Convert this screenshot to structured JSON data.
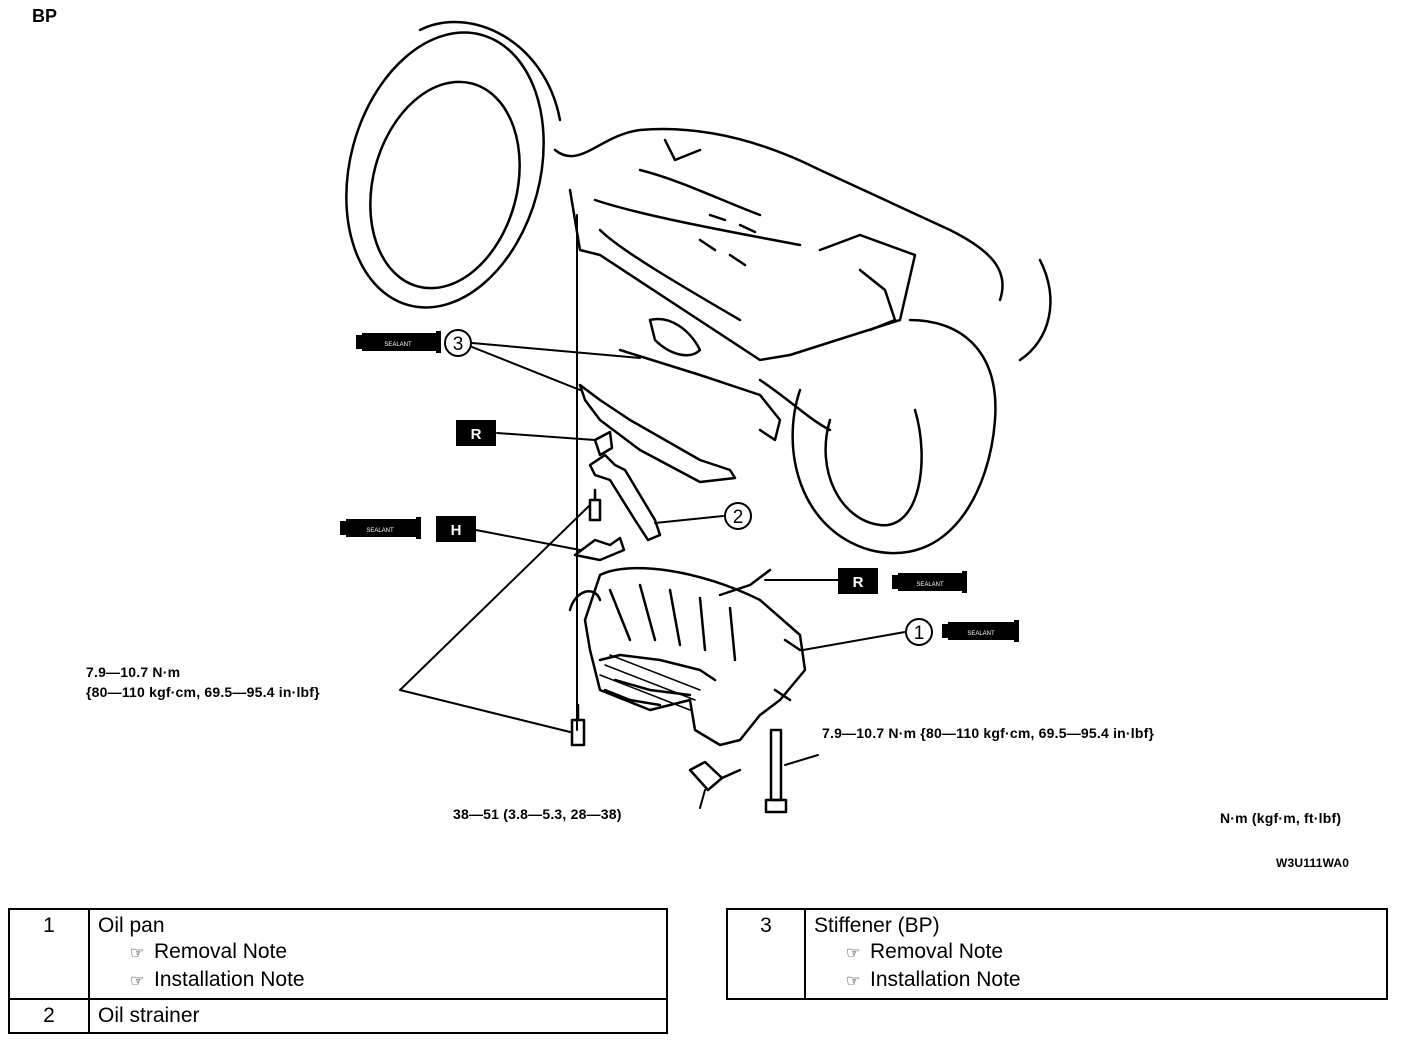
{
  "engine_code": "BP",
  "figure_code": "W3U111WA0",
  "unit_legend": "N·m (kgf·m, ft·lbf)",
  "badges": {
    "sealant": "SEALANT",
    "r": "R",
    "h": "H"
  },
  "callouts": {
    "c1": "1",
    "c2": "2",
    "c3": "3"
  },
  "torques": {
    "left_line1": "7.9—10.7 N·m",
    "left_line2": "{80—110 kgf·cm, 69.5—95.4 in·lbf}",
    "right": "7.9—10.7 N·m {80—110 kgf·cm, 69.5—95.4 in·lbf}",
    "bottom": "38—51 (3.8—5.3, 28—38)"
  },
  "parts_left": [
    {
      "num": "1",
      "name": "Oil pan",
      "notes": [
        "Removal Note",
        "Installation Note"
      ]
    },
    {
      "num": "2",
      "name": "Oil strainer",
      "notes": []
    }
  ],
  "parts_right": [
    {
      "num": "3",
      "name": "Stiffener (BP)",
      "notes": [
        "Removal Note",
        "Installation Note"
      ]
    }
  ]
}
